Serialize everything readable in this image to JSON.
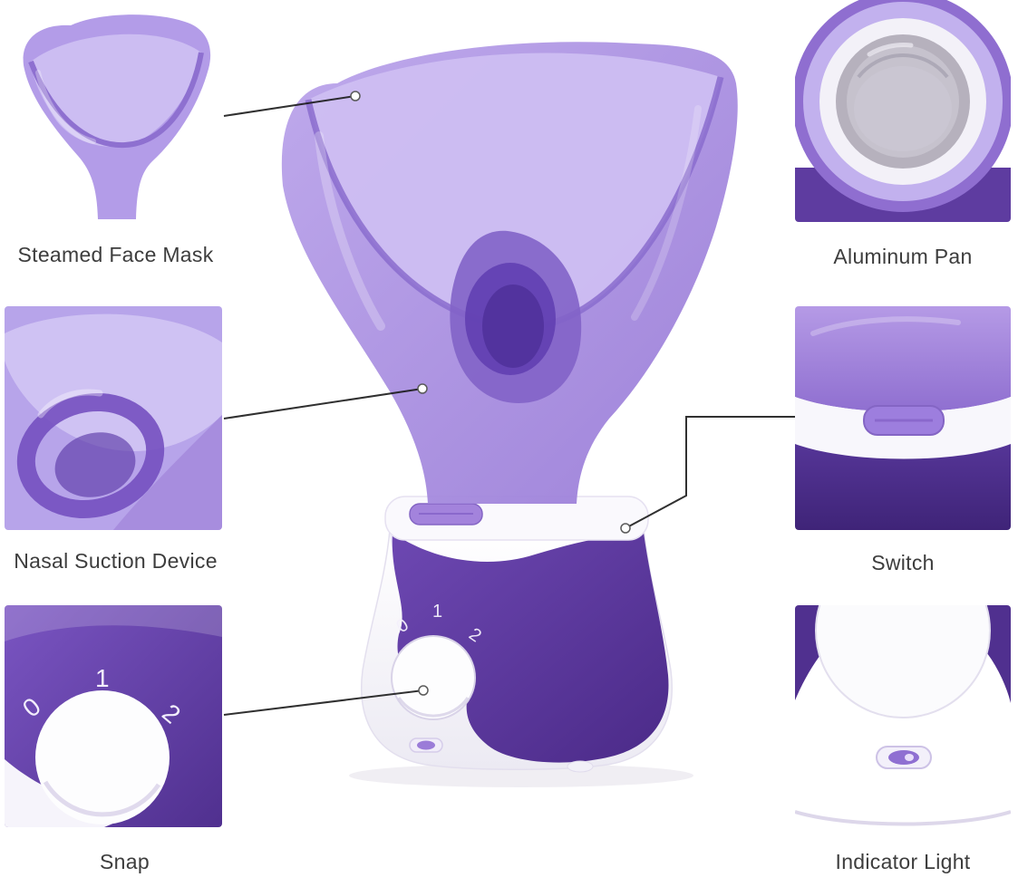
{
  "page": {
    "background": "#ffffff"
  },
  "product": {
    "name": "facial-steamer",
    "dial_marks": [
      "0",
      "1",
      "2"
    ]
  },
  "callouts": [
    {
      "label": "Steamed Face Mask",
      "position": "top-left"
    },
    {
      "label": "Nasal Suction Device",
      "position": "middle-left"
    },
    {
      "label": "Snap",
      "position": "bottom-left"
    },
    {
      "label": "Aluminum Pan",
      "position": "top-right"
    },
    {
      "label": "Switch",
      "position": "middle-right"
    },
    {
      "label": "Indicator Light",
      "position": "bottom-right"
    }
  ],
  "colors": {
    "purple_light": "#cdbef2",
    "purple_mid": "#a58ae0",
    "purple_dark": "#5d3a9e",
    "purple_deep": "#46287c",
    "pan_gray": "#b6b1bd",
    "leader_line": "#1a1a1a",
    "label_text": "#3d3d3d"
  }
}
